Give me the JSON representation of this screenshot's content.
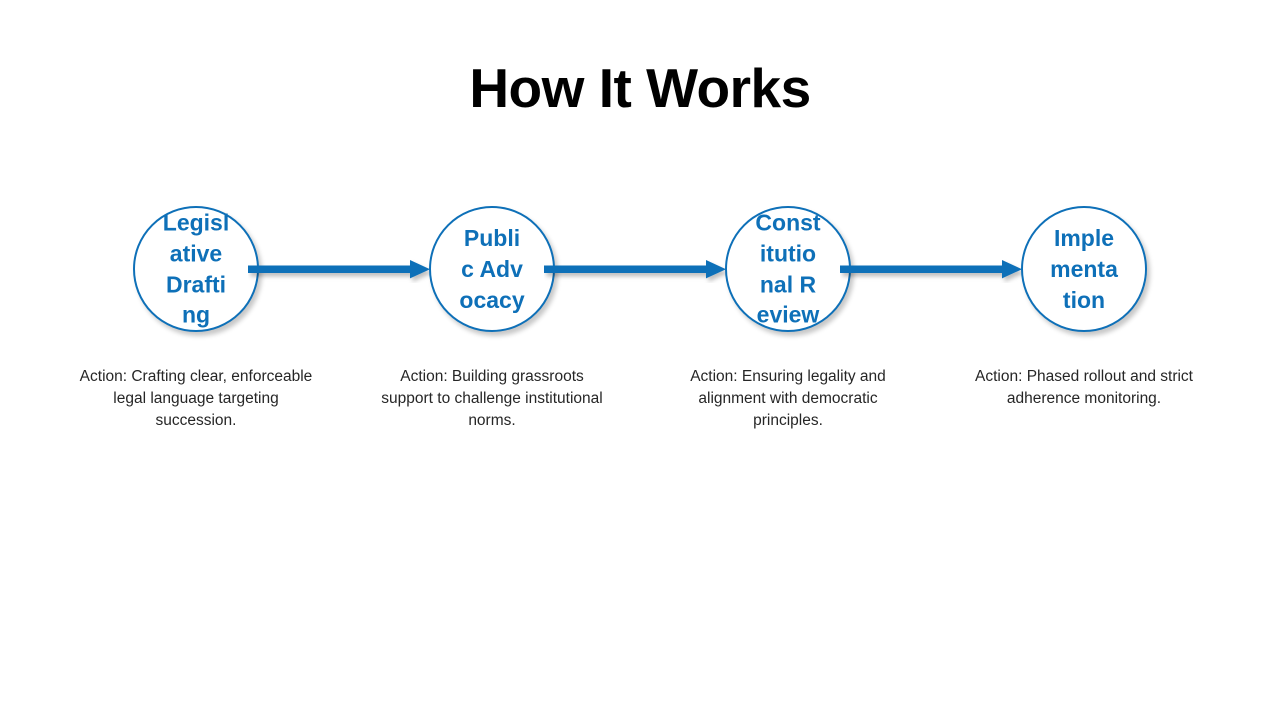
{
  "slide": {
    "title": "How It Works",
    "background_color": "#FFFFFF",
    "accent_color": "#0E70B8",
    "title_color": "#000000",
    "caption_color": "#262626"
  },
  "flow": {
    "steps": [
      {
        "id": "legislative-drafting",
        "label": "Legislative Drafting",
        "caption": "Action: Crafting clear, enforceable legal language targeting succession."
      },
      {
        "id": "public-advocacy",
        "label": "Public Advocacy",
        "caption": "Action: Building grassroots support to challenge institutional norms."
      },
      {
        "id": "constitutional-review",
        "label": "Constitutional Review",
        "caption": "Action: Ensuring legality and alignment with democratic principles."
      },
      {
        "id": "implementation",
        "label": "Implementation",
        "caption": "Action: Phased rollout and strict adherence monitoring."
      }
    ],
    "connectors": [
      {
        "id": "connector-1",
        "icon": "arrow-right-icon"
      },
      {
        "id": "connector-2",
        "icon": "arrow-right-icon"
      },
      {
        "id": "connector-3",
        "icon": "arrow-right-icon"
      }
    ]
  }
}
